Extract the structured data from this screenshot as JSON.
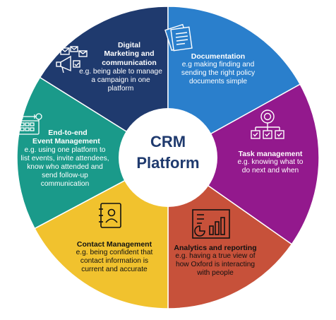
{
  "center": {
    "line1": "CRM",
    "line2": "Platform"
  },
  "segments": [
    {
      "id": "digital",
      "title_lines": [
        "Digital",
        "Marketing and",
        "communication"
      ],
      "desc": "e.g. being able to manage a campaign in one platform",
      "color": "#1f3a6e",
      "icon": "megaphone-envelope-icon"
    },
    {
      "id": "documentation",
      "title_lines": [
        "Documentation"
      ],
      "desc": "e.g making finding and sending the right policy documents simple",
      "color": "#2a7fcc",
      "icon": "documents-icon"
    },
    {
      "id": "task",
      "title_lines": [
        "Task management"
      ],
      "desc": "e.g. knowing what to do next and when",
      "color": "#93198d",
      "icon": "task-flow-icon"
    },
    {
      "id": "analytics",
      "title_lines": [
        "Analytics and reporting"
      ],
      "desc": "e.g. having a true view of how Oxford is interacting with people",
      "color": "#c7513a",
      "icon": "report-chart-icon"
    },
    {
      "id": "contact",
      "title_lines": [
        "Contact Management"
      ],
      "desc": "e.g. being confident that contact information is current and accurate",
      "color": "#f1c22e",
      "icon": "address-book-icon"
    },
    {
      "id": "event",
      "title_lines": [
        "End-to-end",
        "Event Management"
      ],
      "desc": "e.g. using one platform to list events, invite attendees, know who attended and send follow-up communication",
      "color": "#1a9a8a",
      "icon": "calendar-icon"
    }
  ]
}
